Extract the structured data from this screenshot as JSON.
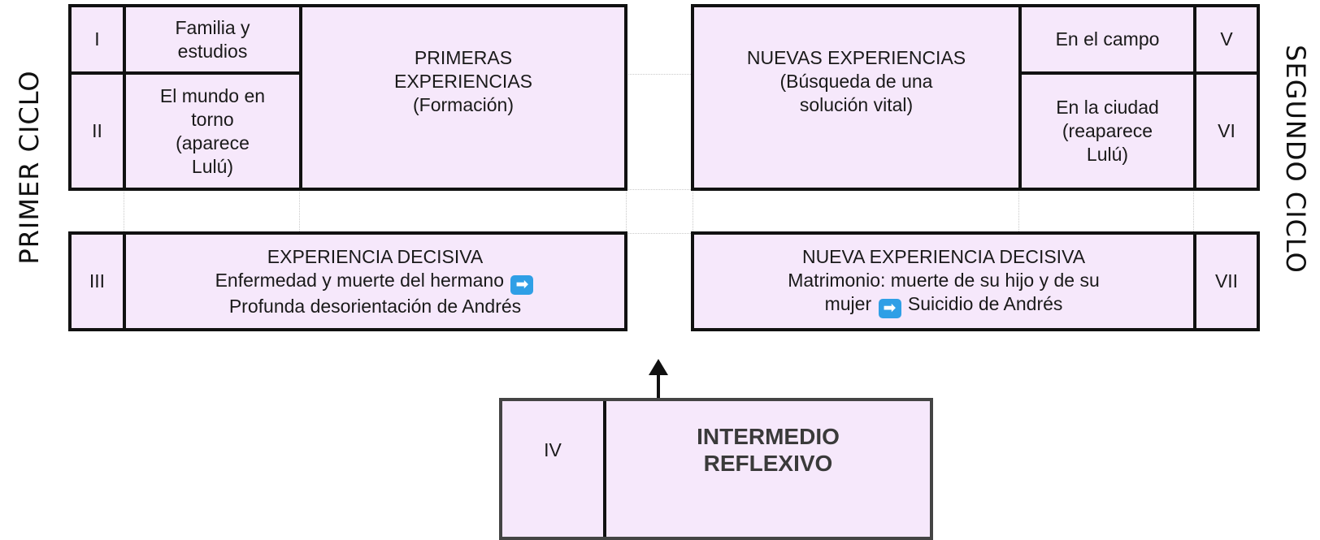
{
  "labels": {
    "primer_ciclo": "PRIMER CICLO",
    "segundo_ciclo": "SEGUNDO CICLO"
  },
  "block1": {
    "num_i": "I",
    "num_ii": "II",
    "familia": "Familia y\nestudios",
    "mundo": "El mundo en\ntorno\n(aparece\nLulú)",
    "title": "PRIMERAS\nEXPERIENCIAS\n(Formación)"
  },
  "block2": {
    "title": "NUEVAS EXPERIENCIAS\n(Búsqueda de una\nsolución vital)",
    "campo": "En el campo",
    "ciudad": "En la ciudad\n(reaparece\nLulú)",
    "num_v": "V",
    "num_vi": "VI"
  },
  "block3": {
    "num": "III",
    "line1": "EXPERIENCIA DECISIVA",
    "line2a": "Enfermedad y muerte del hermano",
    "line3": "Profunda desorientación de Andrés"
  },
  "block4": {
    "num": "VII",
    "line1": "NUEVA EXPERIENCIA DECISIVA",
    "line2": "Matrimonio: muerte de su hijo y de su",
    "line3a": "mujer",
    "line3b": "Suicidio de Andrés"
  },
  "block5": {
    "num": "IV",
    "title": "INTERMEDIO\nREFLEXIVO"
  },
  "icons": {
    "arrow_right": "➡"
  },
  "colors": {
    "box_fill": "#f6e8fb",
    "border": "#111111",
    "arrow_icon": "#2f9fe6"
  }
}
